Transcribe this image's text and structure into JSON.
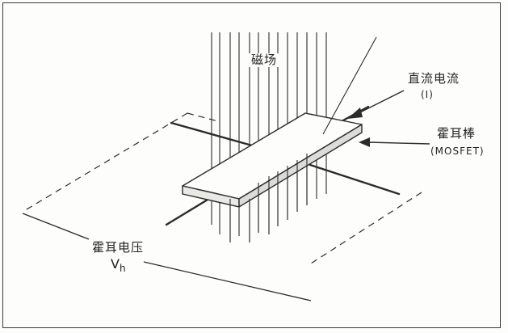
{
  "labels": {
    "magnetic_field": "磁场",
    "dc_current": "直流电流",
    "dc_current_symbol": "(I)",
    "hall_bar": "霍耳棒",
    "hall_bar_type": "(MOSFET)",
    "hall_voltage": "霍耳电压",
    "hall_voltage_symbol_base": "V",
    "hall_voltage_symbol_sub": "h"
  },
  "colors": {
    "line": "#2b2b2b",
    "frame": "#3a3a3a",
    "background": "#fdfdfb"
  }
}
